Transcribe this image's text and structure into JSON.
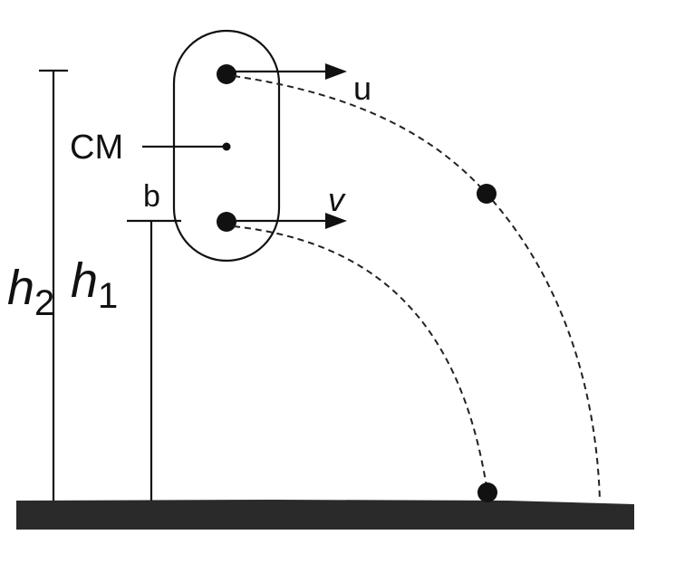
{
  "labels": {
    "u": "u",
    "v": "v",
    "cm": "CM",
    "b": "b",
    "h2": "h",
    "h2_sub": "2",
    "h1": "h",
    "h1_sub": "1"
  },
  "colors": {
    "ink": "#111111",
    "ground": "#2a2a2a"
  }
}
